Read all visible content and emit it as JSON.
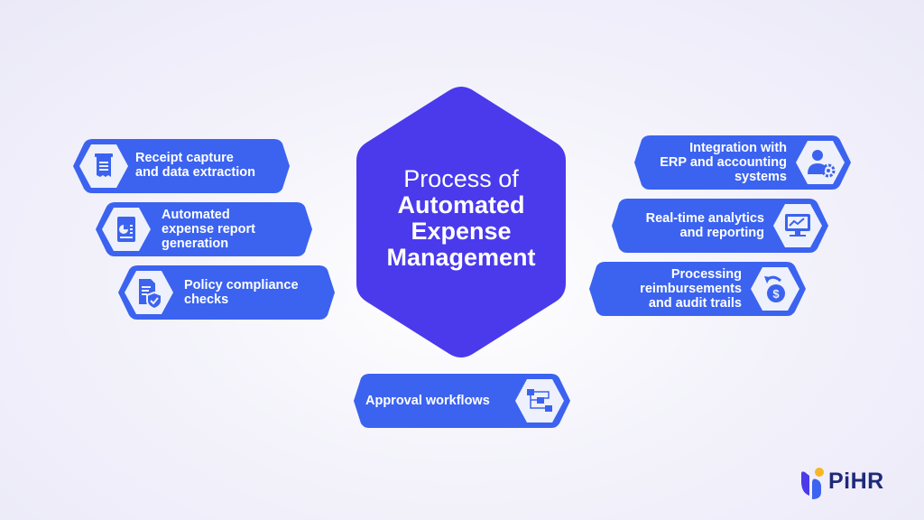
{
  "title": {
    "line1": "Process of",
    "line2": "Automated",
    "line3": "Expense",
    "line4": "Management"
  },
  "colors": {
    "center_hex": "#4a3aec",
    "pill": "#3b63f0",
    "icon_bg": "#eef0fb",
    "icon": "#3b63f0",
    "logo_text": "#1e2a78",
    "logo_accent": "#f6b626"
  },
  "left_steps": [
    {
      "line1": "Receipt capture",
      "line2": "and data extraction",
      "icon": "receipt-icon"
    },
    {
      "line1": "Automated",
      "line2": "expense report",
      "line3": "generation",
      "icon": "report-document-icon"
    },
    {
      "line1": "Policy compliance",
      "line2": "checks",
      "icon": "policy-shield-check-icon"
    }
  ],
  "right_steps": [
    {
      "line1": "Integration with",
      "line2": "ERP and accounting",
      "line3": "systems",
      "icon": "user-gear-icon"
    },
    {
      "line1": "Real-time analytics",
      "line2": "and reporting",
      "icon": "monitor-chart-icon"
    },
    {
      "line1": "Processing",
      "line2": "reimbursements",
      "line3": "and audit trails",
      "icon": "money-refund-icon"
    }
  ],
  "bottom_step": {
    "line1": "Approval workflows",
    "icon": "workflow-icon"
  },
  "logo": {
    "text": "PiHR"
  }
}
